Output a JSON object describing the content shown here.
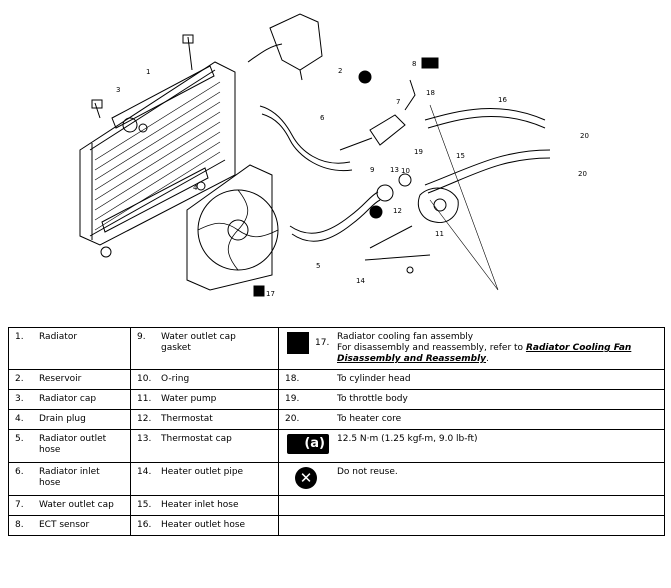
{
  "diagram": {
    "callouts": [
      "1",
      "2",
      "3",
      "4",
      "5",
      "6",
      "7",
      "8",
      "9",
      "10",
      "11",
      "12",
      "13",
      "14",
      "15",
      "16",
      "17",
      "18",
      "19",
      "20",
      "20"
    ]
  },
  "legend": {
    "rows": [
      {
        "n1": "1.",
        "l1": "Radiator",
        "n2": "9.",
        "l2": "Water outlet cap gasket",
        "n3": "17.",
        "l3": "Radiator cooling fan assembly",
        "l3b": "For disassembly and reassembly, refer to",
        "l3link": "Radiator Cooling Fan Disassembly and Reassembly",
        "l3end": "."
      },
      {
        "n1": "2.",
        "l1": "Reservoir",
        "n2": "10.",
        "l2": "O-ring",
        "n3": "18.",
        "l3": "To cylinder head"
      },
      {
        "n1": "3.",
        "l1": "Radiator cap",
        "n2": "11.",
        "l2": "Water pump",
        "n3": "19.",
        "l3": "To throttle body"
      },
      {
        "n1": "4.",
        "l1": "Drain plug",
        "n2": "12.",
        "l2": "Thermostat",
        "n3": "20.",
        "l3": "To heater core"
      },
      {
        "n1": "5.",
        "l1": "Radiator outlet hose",
        "n2": "13.",
        "l2": "Thermostat cap",
        "l3": "12.5 N·m (1.25 kgf-m, 9.0 lb-ft)",
        "sym": "(a)"
      },
      {
        "n1": "6.",
        "l1": "Radiator inlet hose",
        "n2": "14.",
        "l2": "Heater outlet pipe",
        "l3": "Do not reuse."
      },
      {
        "n1": "7.",
        "l1": "Water outlet cap",
        "n2": "15.",
        "l2": "Heater inlet hose"
      },
      {
        "n1": "8.",
        "l1": "ECT sensor",
        "n2": "16.",
        "l2": "Heater outlet hose"
      }
    ]
  }
}
